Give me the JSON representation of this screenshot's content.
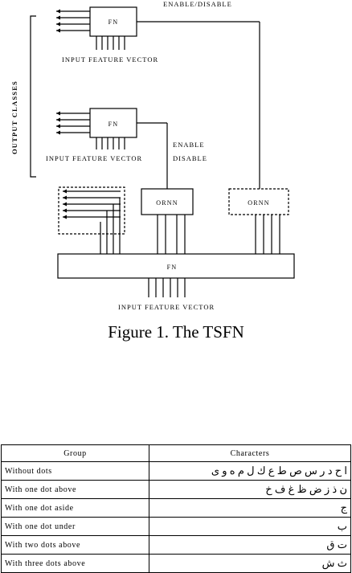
{
  "diagram": {
    "labels": {
      "enable_disable_top": "ENABLE/DISABLE",
      "enable_disable_mid": [
        "ENABLE",
        "DISABLE"
      ],
      "output_classes": "OUTPUT CLASSES",
      "ifv_top": "INPUT FEATURE VECTOR",
      "ifv_mid": "INPUT FEATURE VECTOR",
      "ifv_bottom": "INPUT FEATURE VECTOR"
    },
    "boxes": {
      "fn_top": "FN",
      "fn_mid": "FN",
      "ornn_left": "ORNN",
      "ornn_right": "ORNN",
      "fn_bottom": "FN"
    }
  },
  "caption": "Figure 1. The TSFN",
  "table": {
    "headers": [
      "Group",
      "Characters"
    ],
    "rows": [
      {
        "group": "Without dots",
        "characters": "ا ح د ر س ص ط ع ك ل م ه و ى"
      },
      {
        "group": "With one dot above",
        "characters": "ن ذ ز ض ظ غ ف خ"
      },
      {
        "group": "With one dot aside",
        "characters": "ج"
      },
      {
        "group": "With one dot under",
        "characters": "ب"
      },
      {
        "group": "With two dots above",
        "characters": "ت ق"
      },
      {
        "group": "With three dots above",
        "characters": "ث ش"
      }
    ]
  }
}
